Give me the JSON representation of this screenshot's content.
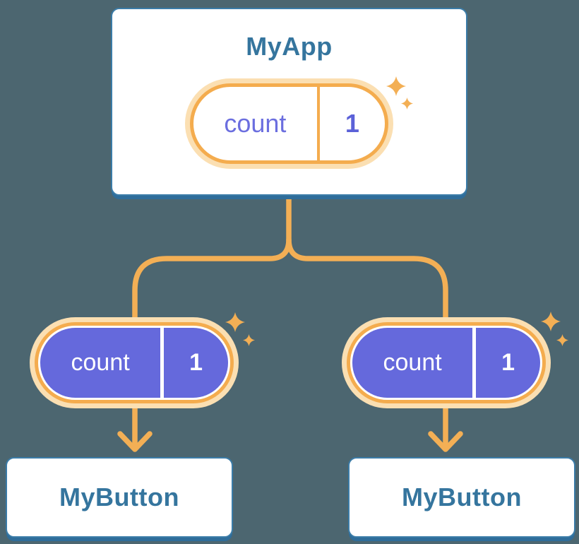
{
  "colors": {
    "background": "#4C6670",
    "connector_orange": "#F3AF55",
    "pill_border_orange": "#F4AC4E",
    "pill_glow_orange": "#FBDFB2",
    "state_purple": "#6569DC",
    "state_name_purple_text": "#6B6EDF",
    "state_value_purple_text": "#5B61D8",
    "card_border_blue": "#3B7CA8",
    "card_bottom_shadow_blue": "#2F6D9A",
    "component_title_blue": "#35759E",
    "white": "#FFFFFF"
  },
  "icons": {
    "sparkle": "✦"
  },
  "root_component": {
    "title": "MyApp",
    "state": {
      "name": "count",
      "value": "1"
    }
  },
  "child_components": [
    {
      "title": "MyButton",
      "state": {
        "name": "count",
        "value": "1"
      }
    },
    {
      "title": "MyButton",
      "state": {
        "name": "count",
        "value": "1"
      }
    }
  ]
}
